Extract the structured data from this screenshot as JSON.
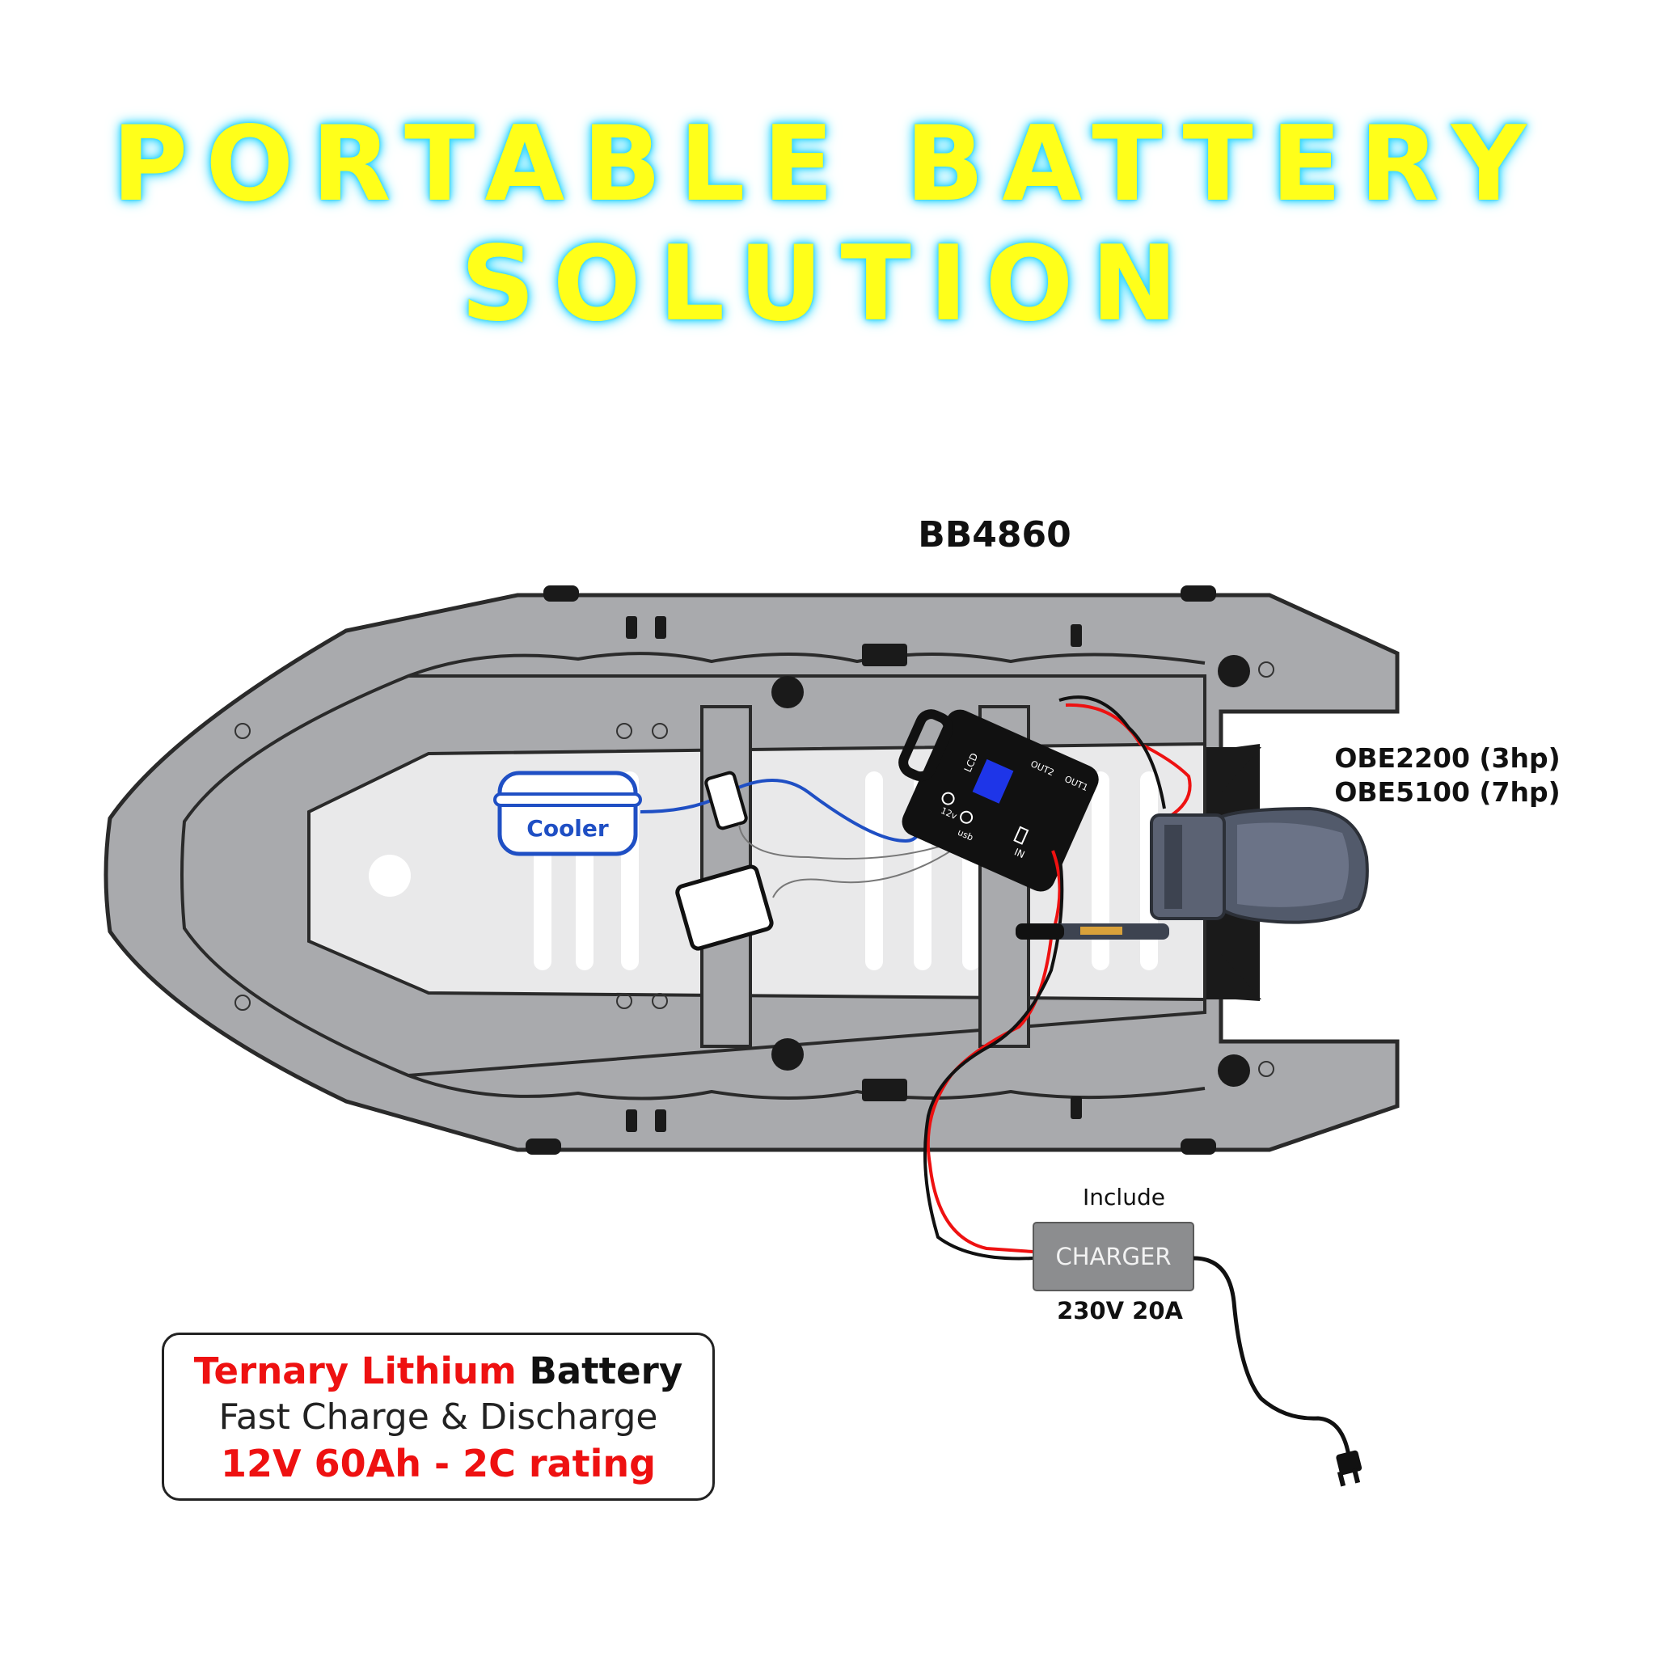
{
  "title": {
    "line1": "PORTABLE BATTERY",
    "line2": "SOLUTION"
  },
  "model": "BB4860",
  "motors": [
    "OBE2200 (3hp)",
    "OBE5100 (7hp)"
  ],
  "cooler_label": "Cooler",
  "battery_ports": {
    "lcd": "LCD",
    "v12": "12v",
    "usb": "usb",
    "in": "IN",
    "out1": "OUT1",
    "out2": "OUT2"
  },
  "charger": {
    "include": "Include",
    "label": "CHARGER",
    "spec": "230V 20A"
  },
  "info": {
    "chem": "Ternary Lithium",
    "battery": " Battery",
    "line2": "Fast Charge & Discharge",
    "line3": "12V 60Ah - 2C rating"
  },
  "colors": {
    "title_fill": "#ffff1a",
    "title_glow": "#33d6ff",
    "accent_red": "#ee1111",
    "cooler_blue": "#1f4fc4",
    "boat_gray": "#a9aaad"
  }
}
